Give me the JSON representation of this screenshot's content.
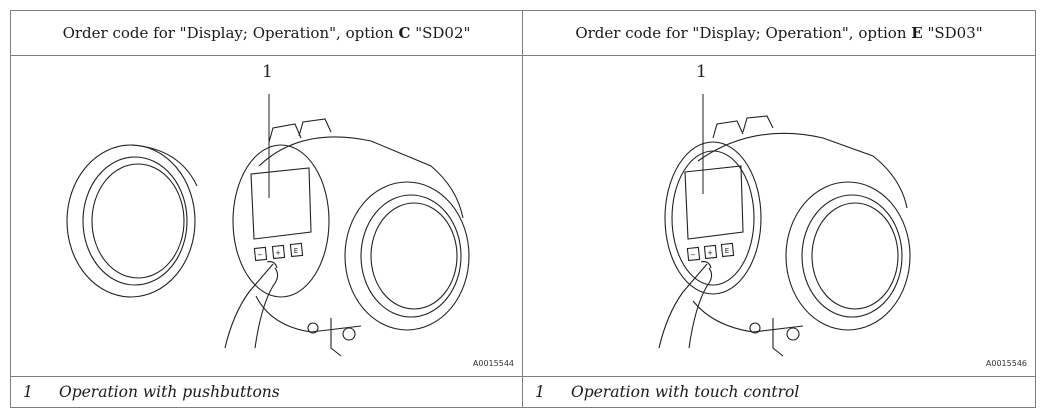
{
  "columns": [
    {
      "header": {
        "prefix": "Order code for \"Display; Operation\", option ",
        "option": "C",
        "suffix": " \"SD02\""
      },
      "callout": "1",
      "image_id": "A0015544",
      "caption": {
        "number": "1",
        "text": "Operation with pushbuttons"
      }
    },
    {
      "header": {
        "prefix": "Order code for \"Display; Operation\", option ",
        "option": "E",
        "suffix": " \"SD03\""
      },
      "callout": "1",
      "image_id": "A0015546",
      "caption": {
        "number": "1",
        "text": "Operation with touch control"
      }
    }
  ],
  "buttons": [
    "−",
    "+",
    "E"
  ]
}
